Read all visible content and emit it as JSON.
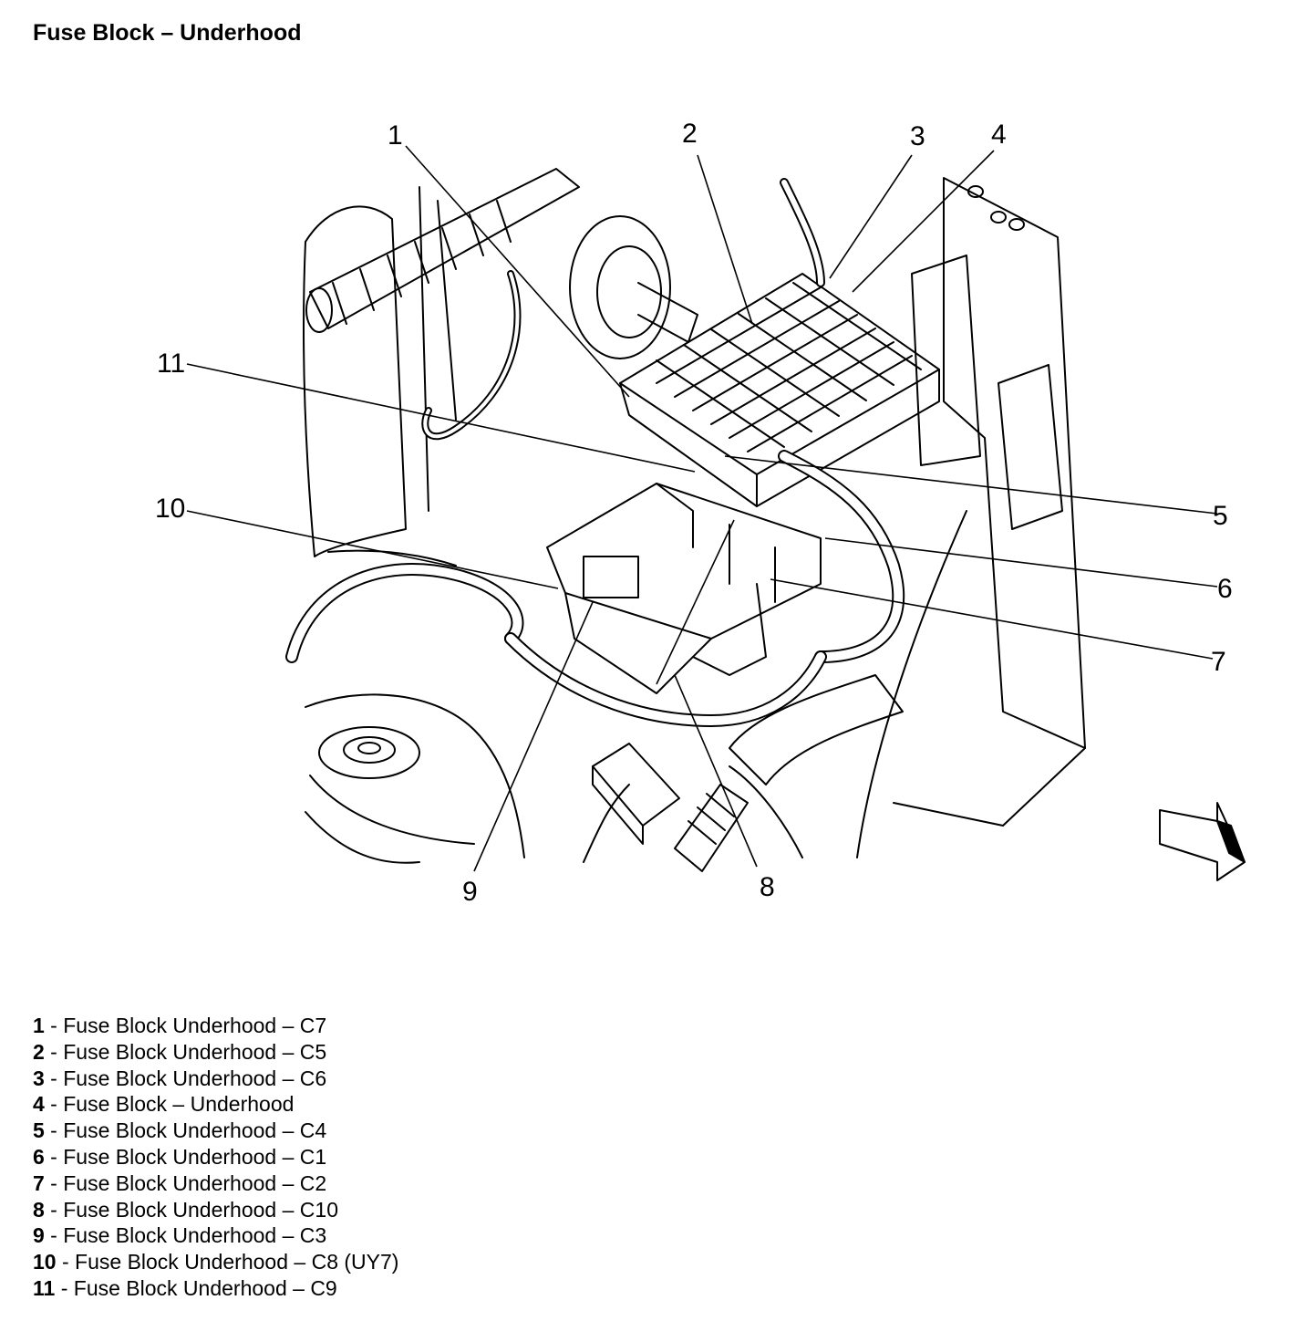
{
  "title": "Fuse Block – Underhood",
  "callouts": [
    "1",
    "2",
    "3",
    "4",
    "5",
    "6",
    "7",
    "8",
    "9",
    "10",
    "11"
  ],
  "legend": [
    {
      "num": "1",
      "sep": " - ",
      "text": "Fuse Block Underhood – C7"
    },
    {
      "num": "2",
      "sep": " - ",
      "text": "Fuse Block Underhood – C5"
    },
    {
      "num": "3",
      "sep": " - ",
      "text": "Fuse Block Underhood – C6"
    },
    {
      "num": "4",
      "sep": " - ",
      "text": "Fuse Block – Underhood"
    },
    {
      "num": "5",
      "sep": " - ",
      "text": "Fuse Block Underhood – C4"
    },
    {
      "num": "6",
      "sep": " - ",
      "text": "Fuse Block Underhood – C1"
    },
    {
      "num": "7",
      "sep": " - ",
      "text": "Fuse Block Underhood – C2"
    },
    {
      "num": "8",
      "sep": " - ",
      "text": "Fuse Block Underhood – C10"
    },
    {
      "num": "9",
      "sep": " - ",
      "text": "Fuse Block Underhood – C3"
    },
    {
      "num": "10",
      "sep": " - ",
      "text": "Fuse Block Underhood – C8 (UY7)"
    },
    {
      "num": "11",
      "sep": " - ",
      "text": "Fuse Block Underhood – C9"
    }
  ]
}
